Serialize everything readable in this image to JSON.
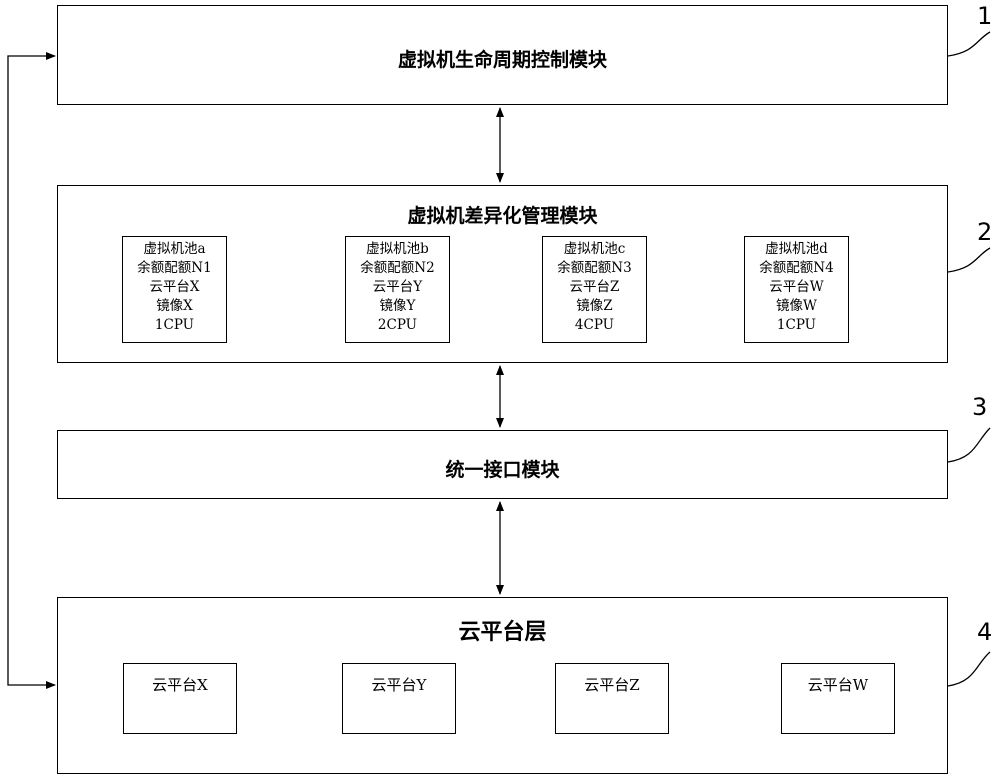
{
  "layers": {
    "lifecycle": {
      "title": "虚拟机生命周期控制模块",
      "ref": "1"
    },
    "diff": {
      "title": "虚拟机差异化管理模块",
      "ref": "2",
      "pools": [
        {
          "name": "虚拟机池a",
          "quota": "余额配额N1",
          "platform": "云平台X",
          "image": "镜像X",
          "cpu": "1CPU"
        },
        {
          "name": "虚拟机池b",
          "quota": "余额配额N2",
          "platform": "云平台Y",
          "image": "镜像Y",
          "cpu": "2CPU"
        },
        {
          "name": "虚拟机池c",
          "quota": "余额配额N3",
          "platform": "云平台Z",
          "image": "镜像Z",
          "cpu": "4CPU"
        },
        {
          "name": "虚拟机池d",
          "quota": "余额配额N4",
          "platform": "云平台W",
          "image": "镜像W",
          "cpu": "1CPU"
        }
      ]
    },
    "interface": {
      "title": "统一接口模块",
      "ref": "3"
    },
    "cloud": {
      "title": "云平台层",
      "ref": "4",
      "platforms": [
        "云平台X",
        "云平台Y",
        "云平台Z",
        "云平台W"
      ]
    }
  }
}
